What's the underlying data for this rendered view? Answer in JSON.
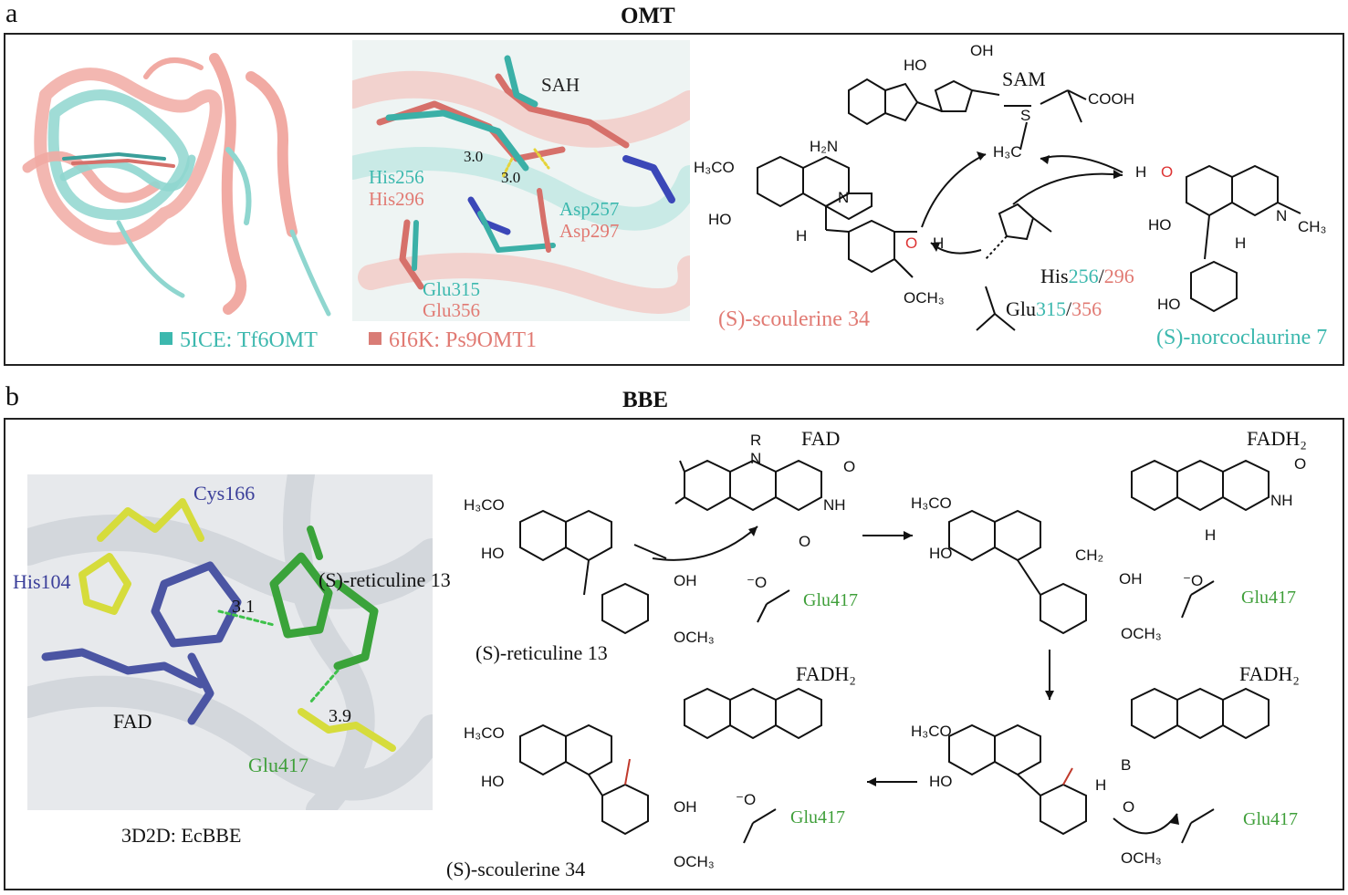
{
  "panel_a": {
    "letter": "a",
    "title": "OMT",
    "legend": [
      {
        "label": "5ICE: Tf6OMT",
        "color": "#3cb8ae"
      },
      {
        "label": "6I6K: Ps9OMT1",
        "color": "#d97c76"
      }
    ],
    "zoom_labels": {
      "sah": "SAH",
      "dist1": "3.0",
      "dist2": "3.0",
      "his_a": "His256",
      "his_b": "His296",
      "asp_a": "Asp257",
      "asp_b": "Asp297",
      "glu_a": "Glu315",
      "glu_b": "Glu356"
    },
    "scheme": {
      "sam": "SAM",
      "ho1": "HO",
      "oh1": "OH",
      "cooh": "COOH",
      "nh2": "H₂N",
      "h3c_s": "H₃C",
      "s_plus": "S",
      "h3co": "H₃CO",
      "ho2": "HO",
      "n1": "N",
      "h1": "H",
      "o_h": "O",
      "h_oh": "H",
      "och3": "OCH₃",
      "his_res_prefix": "His",
      "his_res_a": "256",
      "his_res_sep": "/",
      "his_res_b": "296",
      "glu_res_prefix": "Glu",
      "glu_res_a": "315",
      "glu_res_sep": "/",
      "glu_res_b": "356",
      "h_o_right": "H",
      "o_right": "O",
      "ho_right": "HO",
      "n_ch3": "N",
      "ch3": "CH₃",
      "h_right": "H",
      "ho_phenol": "HO",
      "scoulerine_label": "(S)-scoulerine 34",
      "norcoclaurine_label": "(S)-norcoclaurine 7"
    }
  },
  "panel_b": {
    "letter": "b",
    "title": "BBE",
    "structure_labels": {
      "cys": "Cys166",
      "his": "His104",
      "reticuline": "(S)-reticuline 13",
      "d1": "3.1",
      "d2": "3.9",
      "fad": "FAD",
      "glu": "Glu417",
      "caption": "3D2D: EcBBE"
    },
    "scheme": {
      "fad": "FAD",
      "fadh2": "FADH₂",
      "r": "R",
      "n": "N",
      "o": "O",
      "nh": "NH",
      "h3co": "H₃CO",
      "ho": "HO",
      "oh": "OH",
      "och3": "OCH₃",
      "h": "H",
      "ch2": "CH₂",
      "glu": "Glu417",
      "o_minus": "⁻O",
      "b": "B",
      "reticuline_label": "(S)-reticuline 13",
      "scoulerine_label": "(S)-scoulerine 34"
    }
  }
}
